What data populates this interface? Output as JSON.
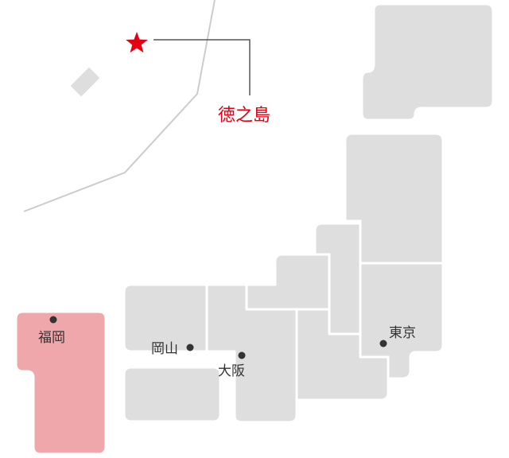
{
  "colors": {
    "region_fill": "#dedede",
    "region_border": "#ffffff",
    "highlight_fill": "#f0a7ab",
    "accent": "#e60012",
    "city_dot": "#333333",
    "text": "#333333",
    "guide_line": "#cccccc",
    "leader_line": "#555555"
  },
  "marker": {
    "label": "徳之島",
    "icon": "star-icon"
  },
  "cities": [
    {
      "id": "fukuoka",
      "label": "福岡"
    },
    {
      "id": "okayama",
      "label": "岡山"
    },
    {
      "id": "osaka",
      "label": "大阪"
    },
    {
      "id": "tokyo",
      "label": "東京"
    }
  ],
  "regions": [
    {
      "id": "hokkaido",
      "highlighted": false
    },
    {
      "id": "tohoku",
      "highlighted": false
    },
    {
      "id": "kanto",
      "highlighted": false
    },
    {
      "id": "chubu-north",
      "highlighted": false
    },
    {
      "id": "chubu-central",
      "highlighted": false
    },
    {
      "id": "chubu-south",
      "highlighted": false
    },
    {
      "id": "chugoku",
      "highlighted": false
    },
    {
      "id": "kinki",
      "highlighted": false
    },
    {
      "id": "shikoku",
      "highlighted": false
    },
    {
      "id": "kyushu",
      "highlighted": true
    },
    {
      "id": "inset-island",
      "highlighted": false
    }
  ]
}
